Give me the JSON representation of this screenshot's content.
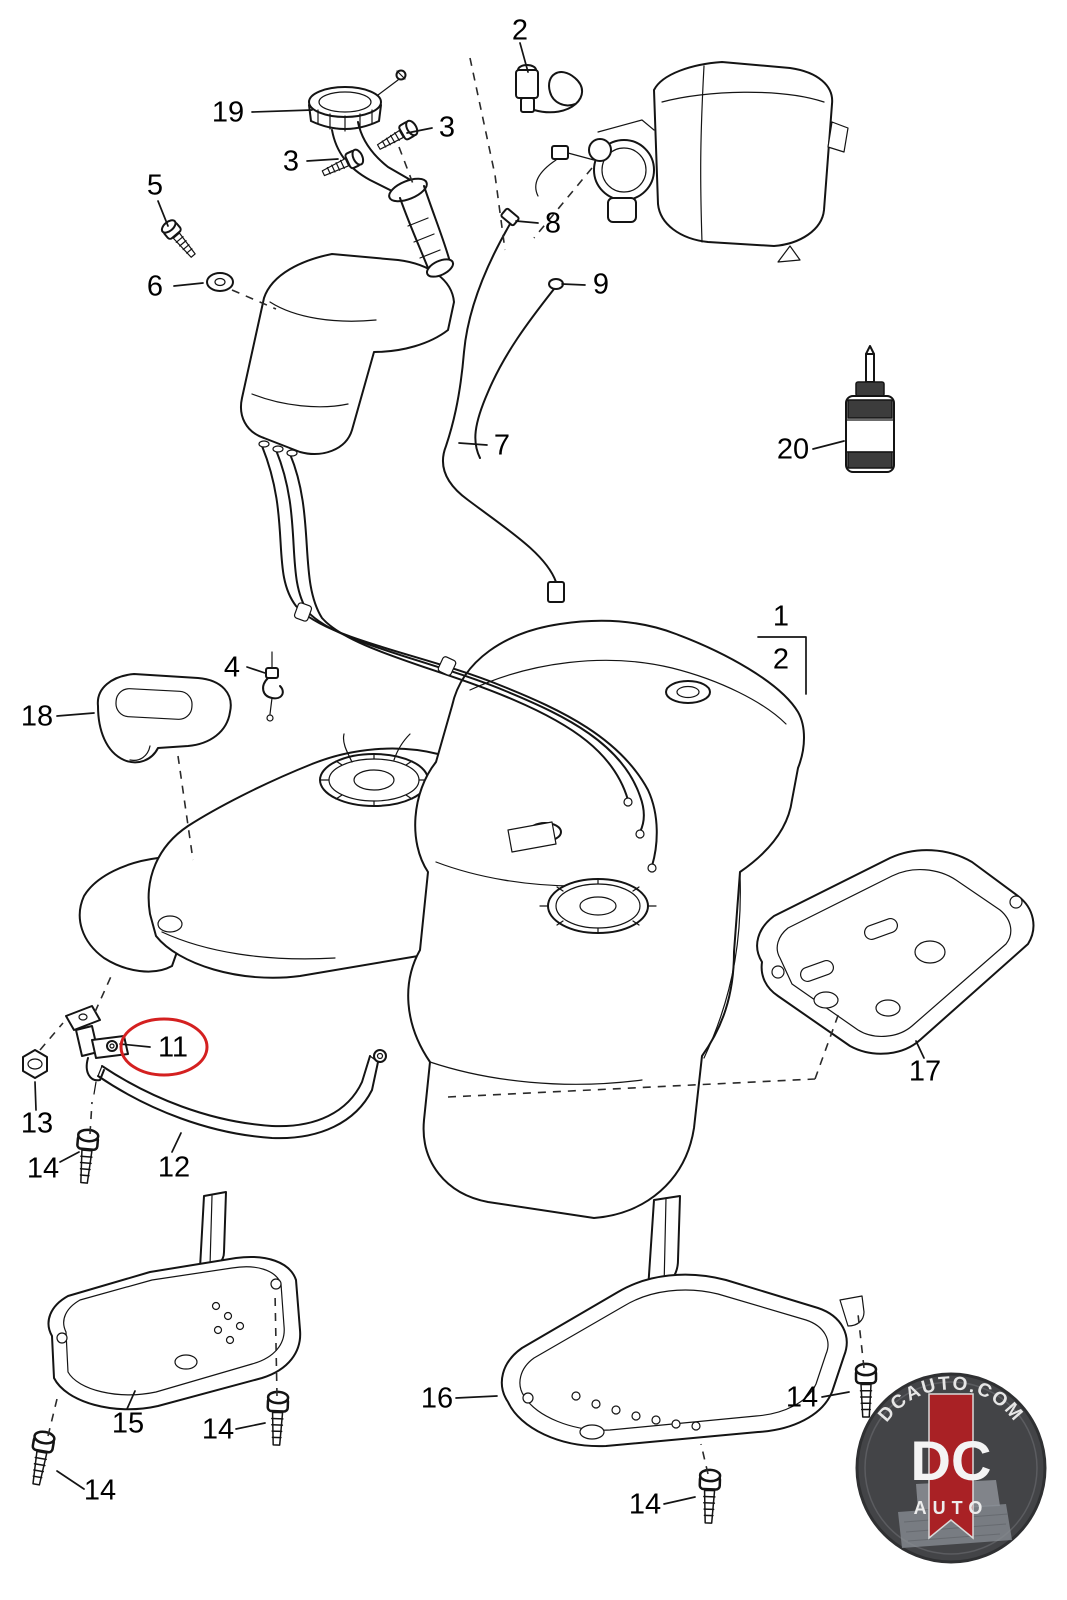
{
  "doc": {
    "background": "#ffffff"
  },
  "callouts": [
    {
      "label": "2"
    },
    {
      "label": "19"
    },
    {
      "label": "3"
    },
    {
      "label": "3"
    },
    {
      "label": "5"
    },
    {
      "label": "8"
    },
    {
      "label": "6"
    },
    {
      "label": "9"
    },
    {
      "label": "7"
    },
    {
      "label": "20"
    },
    {
      "label": "1"
    },
    {
      "label": "2"
    },
    {
      "label": "4"
    },
    {
      "label": "18"
    },
    {
      "label": "11"
    },
    {
      "label": "13"
    },
    {
      "label": "14"
    },
    {
      "label": "12"
    },
    {
      "label": "17"
    },
    {
      "label": "15"
    },
    {
      "label": "14"
    },
    {
      "label": "14"
    },
    {
      "label": "16"
    },
    {
      "label": "14"
    },
    {
      "label": "14"
    }
  ],
  "highlight": {
    "part": "11",
    "color": "#d42020"
  },
  "watermark": {
    "site": "DCAUTO.COM",
    "brand": "DC",
    "brand_sub": "AUTO",
    "accent": "#a6191d"
  }
}
